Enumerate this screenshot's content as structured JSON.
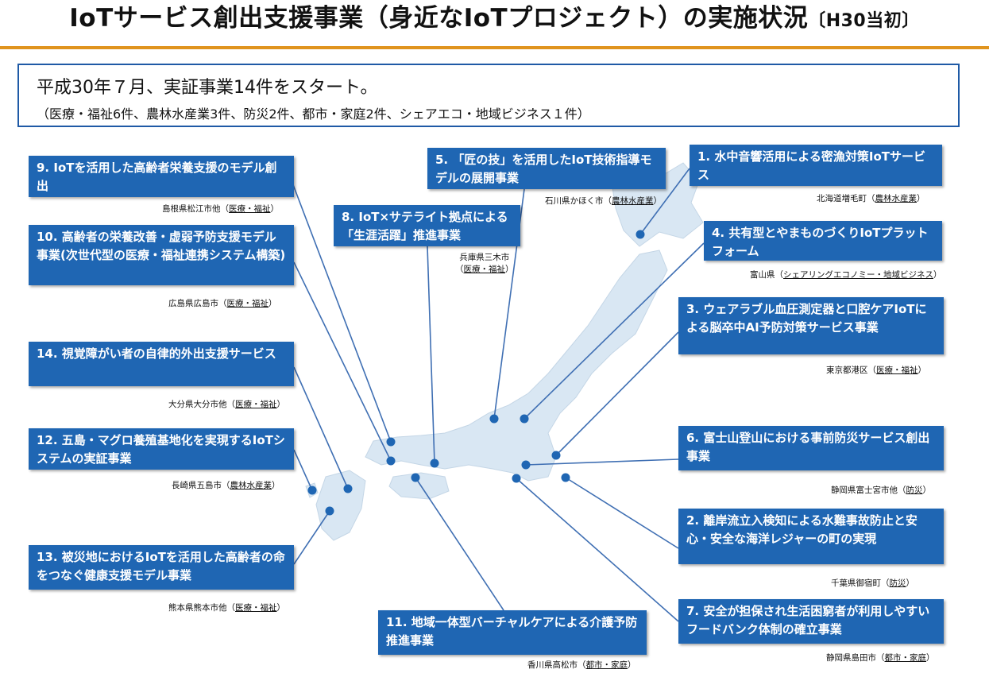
{
  "title": {
    "main": "IoTサービス創出支援事業（身近なIoTプロジェクト）の実施状況",
    "suffix": "〔H30当初〕"
  },
  "summary": {
    "line1": "平成30年７月、実証事業14件をスタート。",
    "line2": "（医療・福祉6件、農林水産業3件、防災2件、都市・家庭2件、シェアエコ・地域ビジネス１件）"
  },
  "projects": [
    {
      "id": "p9",
      "text": "9. IoTを活用した高齢者栄養支援のモデル創出",
      "loc": "島根県松江市他",
      "cat": "医療・福祉"
    },
    {
      "id": "p10",
      "text": "10. 高齢者の栄養改善・虚弱予防支援モデル事業(次世代型の医療・福祉連携システム構築)",
      "loc": "広島県広島市",
      "cat": "医療・福祉"
    },
    {
      "id": "p14",
      "text": "14. 視覚障がい者の自律的外出支援サービス",
      "loc": "大分県大分市他",
      "cat": "医療・福祉"
    },
    {
      "id": "p12",
      "text": "12. 五島・マグロ養殖基地化を実現するIoTシステムの実証事業",
      "loc": "長崎県五島市",
      "cat": "農林水産業"
    },
    {
      "id": "p13",
      "text": "13. 被災地におけるIoTを活用した高齢者の命をつなぐ健康支援モデル事業",
      "loc": "熊本県熊本市他",
      "cat": "医療・福祉"
    },
    {
      "id": "p8",
      "text": "8. IoT×サテライト拠点による「生涯活躍」推進事業",
      "loc": "兵庫県三木市",
      "cat": "医療・福祉"
    },
    {
      "id": "p5",
      "text": "5. 「匠の技」を活用したIoT技術指導モデルの展開事業",
      "loc": "石川県かほく市",
      "cat": "農林水産業"
    },
    {
      "id": "p1",
      "text": "1. 水中音響活用による密漁対策IoTサービス",
      "loc": "北海道増毛町",
      "cat": "農林水産業"
    },
    {
      "id": "p4",
      "text": "4. 共有型とやまものづくりIoTプラットフォーム",
      "loc": "富山県",
      "cat": "シェアリングエコノミー・地域ビジネス"
    },
    {
      "id": "p3",
      "text": "3. ウェアラブル血圧測定器と口腔ケアIoTによる脳卒中AI予防対策サービス事業",
      "loc": "東京都港区",
      "cat": "医療・福祉"
    },
    {
      "id": "p6",
      "text": "6. 富士山登山における事前防災サービス創出事業",
      "loc": "静岡県富士宮市他",
      "cat": "防災"
    },
    {
      "id": "p2",
      "text": "2. 離岸流立入検知による水難事故防止と安心・安全な海洋レジャーの町の実現",
      "loc": "千葉県御宿町",
      "cat": "防災"
    },
    {
      "id": "p7",
      "text": "7. 安全が担保され生活困窮者が利用しやすいフードバンク体制の確立事業",
      "loc": "静岡県島田市",
      "cat": "都市・家庭"
    },
    {
      "id": "p11",
      "text": "11. 地域一体型バーチャルケアによる介護予防推進事業",
      "loc": "香川県高松市",
      "cat": "都市・家庭"
    }
  ],
  "colors": {
    "box": "#1f66b3",
    "line": "#3f6fb3",
    "dot": "#1f66b3",
    "map": "#d9e7f3",
    "rule": "#e0941e"
  }
}
